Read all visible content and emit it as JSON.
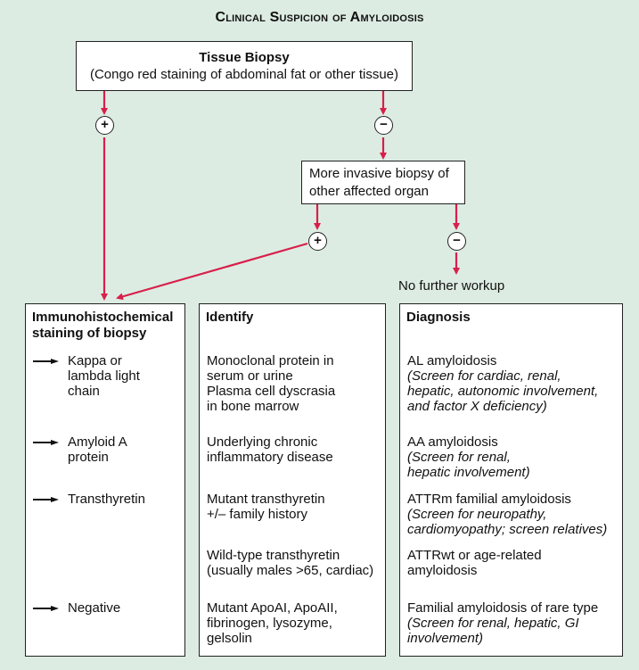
{
  "title": "Clinical Suspicion of Amyloidosis",
  "colors": {
    "arrow": "#d81f4a",
    "background": "#ddece3",
    "box_border": "#222222"
  },
  "tissue_biopsy": {
    "title": "Tissue Biopsy",
    "subtitle": "(Congo red staining of abdominal fat or other tissue)"
  },
  "signs": {
    "positive": "+",
    "negative": "−"
  },
  "invasive_biopsy": {
    "line1": "More invasive biopsy of",
    "line2": "other affected organ"
  },
  "no_further_workup": "No further workup",
  "columns": {
    "staining": {
      "header_line1": "Immunohistochemical",
      "header_line2": "staining of biopsy"
    },
    "identify": {
      "header": "Identify"
    },
    "diagnosis": {
      "header": "Diagnosis"
    }
  },
  "rows": [
    {
      "staining": [
        "Kappa or",
        "lambda light",
        "chain"
      ],
      "identify": [
        "Monoclonal protein in",
        "serum or urine",
        "Plasma cell dyscrasia",
        "in bone marrow"
      ],
      "diagnosis": "AL amyloidosis",
      "diagnosis_note": [
        "(Screen for cardiac, renal,",
        "hepatic, autonomic involvement,",
        "and factor X deficiency)"
      ]
    },
    {
      "staining": [
        "Amyloid A",
        "protein"
      ],
      "identify": [
        "Underlying chronic",
        "inflammatory disease"
      ],
      "diagnosis": "AA amyloidosis",
      "diagnosis_note": [
        "(Screen for renal,",
        "hepatic involvement)"
      ]
    },
    {
      "staining": [
        "Transthyretin"
      ],
      "identify": [
        "Mutant transthyretin",
        "+/– family history"
      ],
      "diagnosis": "ATTRm familial amyloidosis",
      "diagnosis_note": [
        "(Screen for neuropathy,",
        "cardiomyopathy; screen relatives)"
      ]
    },
    {
      "staining": [],
      "identify": [
        "Wild-type transthyretin",
        "(usually males >65, cardiac)"
      ],
      "diagnosis": "ATTRwt or age-related",
      "diagnosis_note_plain": "amyloidosis"
    },
    {
      "staining": [
        "Negative"
      ],
      "identify": [
        "Mutant ApoAI, ApoAII,",
        "fibrinogen, lysozyme,",
        "gelsolin"
      ],
      "diagnosis": "Familial amyloidosis of rare type",
      "diagnosis_note": [
        "(Screen for renal, hepatic, GI",
        "involvement)"
      ]
    }
  ]
}
